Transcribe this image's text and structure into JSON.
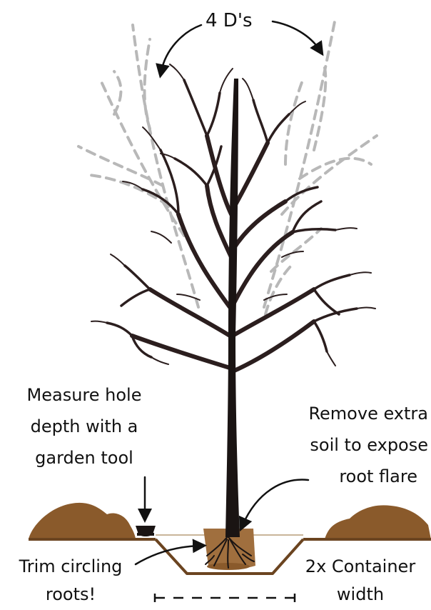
{
  "top_label": "4 D's",
  "labels": {
    "measure_hole": [
      "Measure hole",
      "depth with a",
      "garden tool"
    ],
    "remove_soil": [
      "Remove extra",
      "soil to expose",
      "root flare"
    ],
    "trim_roots": [
      "Trim circling",
      "roots!"
    ],
    "container_width": [
      "2x Container",
      "width"
    ]
  },
  "colors": {
    "soil": "#8a5a2b",
    "soil_dark": "#6b4420",
    "root_ball": "#a06f3e",
    "trunk": "#1a1413",
    "branch": "#2b1e1e",
    "ghost": "#b8b8b8",
    "ink": "#111111"
  }
}
